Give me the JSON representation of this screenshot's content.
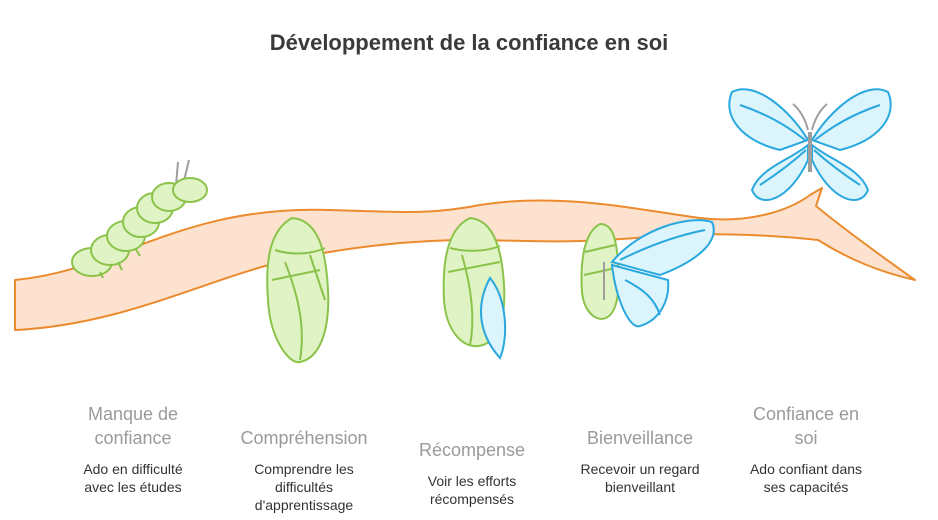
{
  "title": "Développement de la confiance en soi",
  "stages": [
    {
      "title": "Manque de\nconfiance",
      "description": "Ado en difficulté\navec les études"
    },
    {
      "title": "Compréhension",
      "description": "Comprendre les\ndifficultés\nd'apprentissage"
    },
    {
      "title": "Récompense",
      "description": "Voir les efforts\nrécompensés"
    },
    {
      "title": "Bienveillance",
      "description": "Recevoir un regard\nbienveillant"
    },
    {
      "title": "Confiance en\nsoi",
      "description": "Ado confiant dans\nses capacités"
    }
  ],
  "icons": [
    "branch",
    "caterpillar-icon",
    "chrysalis-icon",
    "chrysalis-hatching-icon",
    "butterfly-emerging-icon",
    "butterfly-icon"
  ],
  "colors": {
    "branch_fill": "#fde3cf",
    "branch_stroke": "#ec8b2e",
    "green_fill": "#dff3c4",
    "green_stroke": "#8bc34a",
    "blue_fill": "#dcf4fb",
    "blue_stroke": "#29a8e0",
    "stage_title": "#9a9a9a",
    "title": "#3a3a3a"
  }
}
